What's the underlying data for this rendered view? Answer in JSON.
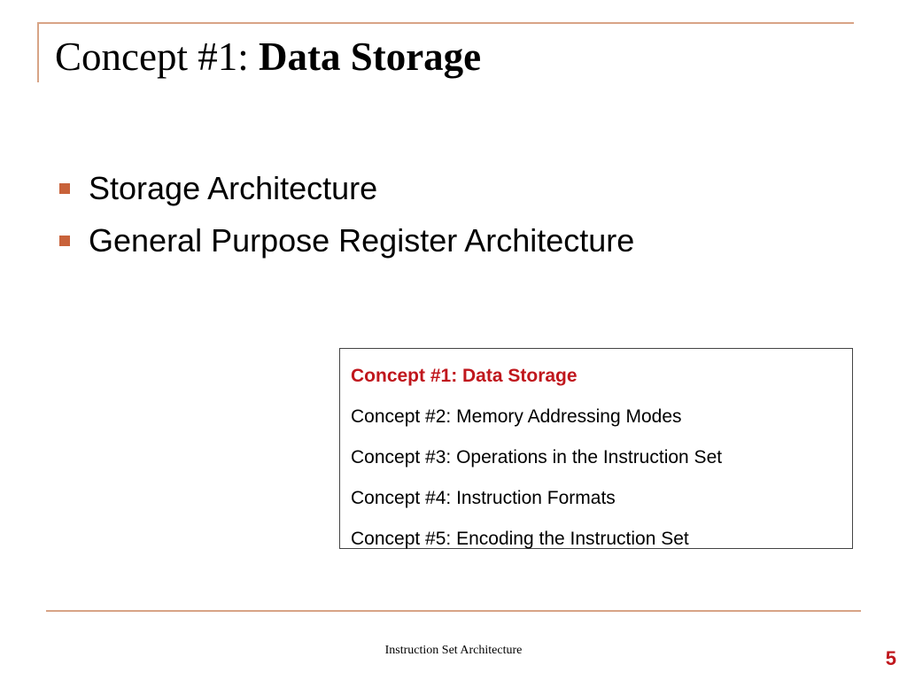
{
  "slide": {
    "title_prefix": "Concept #1:  ",
    "title_main": "Data Storage",
    "bullets": [
      {
        "text": "Storage Architecture"
      },
      {
        "text": "General Purpose Register Architecture"
      }
    ],
    "toc": [
      {
        "text": "Concept #1: Data Storage",
        "active": true
      },
      {
        "text": "Concept #2: Memory Addressing Modes",
        "active": false
      },
      {
        "text": "Concept #3: Operations in the Instruction Set",
        "active": false
      },
      {
        "text": "Concept #4: Instruction Formats",
        "active": false
      },
      {
        "text": "Concept #5: Encoding the Instruction Set",
        "active": false
      }
    ],
    "footer_text": "Instruction Set Architecture",
    "page_number": "5"
  },
  "colors": {
    "accent_line": "#d8a486",
    "bullet_marker": "#c8623a",
    "highlight_red": "#c0171d"
  }
}
